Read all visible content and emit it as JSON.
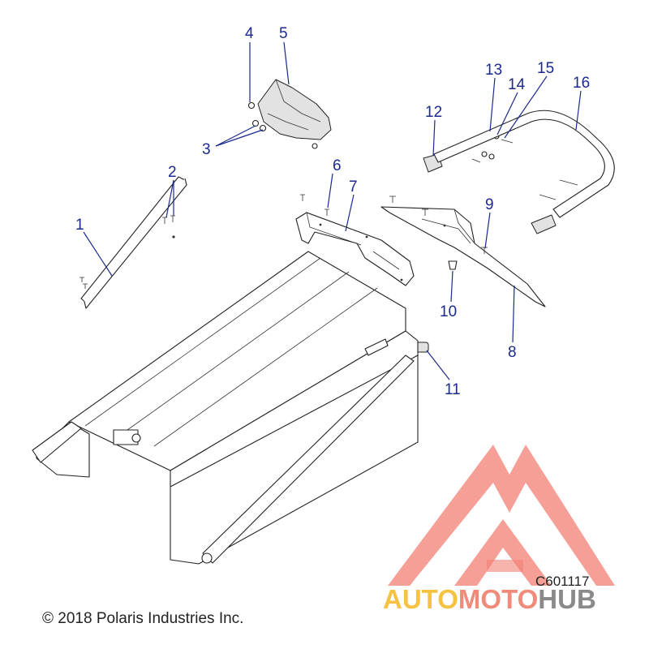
{
  "callouts": [
    {
      "label": "1"
    },
    {
      "label": "2"
    },
    {
      "label": "3"
    },
    {
      "label": "4"
    },
    {
      "label": "5"
    },
    {
      "label": "6"
    },
    {
      "label": "7"
    },
    {
      "label": "8"
    },
    {
      "label": "9"
    },
    {
      "label": "10"
    },
    {
      "label": "11"
    },
    {
      "label": "12"
    },
    {
      "label": "13"
    },
    {
      "label": "14"
    },
    {
      "label": "15"
    },
    {
      "label": "16"
    }
  ],
  "diagram_code": "C601117",
  "copyright": "© 2018 Polaris Industries Inc.",
  "watermark": {
    "word_a": "AUTO",
    "word_b": "MOTO",
    "word_c": "HUB",
    "color_a": "#f5c242",
    "color_b": "#f08b7a",
    "color_c": "#8a8a8a",
    "logo_color": "#e8483b"
  },
  "colors": {
    "callout": "#1b2a8c",
    "line": "#222222"
  }
}
